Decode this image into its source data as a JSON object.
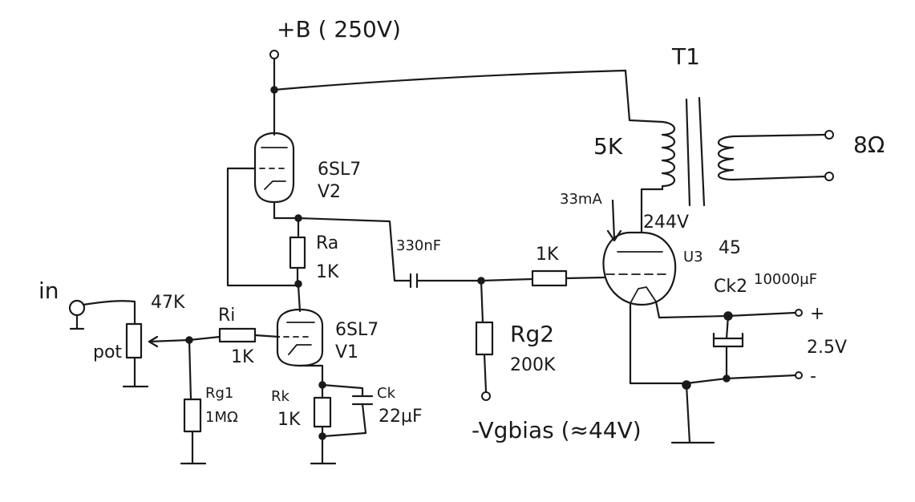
{
  "labels": {
    "supply": "+B ( 250V)",
    "transformer": "T1",
    "primary_impedance": "5K",
    "speaker": "8Ω",
    "v2_type": "6SL7",
    "v2_name": "V2",
    "v1_type": "6SL7",
    "v1_name": "V1",
    "ra_name": "Ra",
    "ra_value": "1K",
    "coupling_cap": "330nF",
    "rg2_res": "1K",
    "plate_current": "33mA",
    "plate_voltage": "244V",
    "v3_name": "U3",
    "v3_type": "45",
    "ck2_name": "Ck2",
    "ck2_value": "10000µF",
    "filament_plus": "+",
    "filament_voltage": "2.5V",
    "filament_minus": "-",
    "input": "in",
    "pot_value": "47K",
    "pot_name": "pot",
    "ri_name": "Ri",
    "ri_value": "1K",
    "rg1_name": "Rg1",
    "rg1_value": "1MΩ",
    "rk_name": "Rk",
    "rk_value": "1K",
    "ck_name": "Ck",
    "ck_value": "22µF",
    "rg2_name": "Rg2",
    "rg2_value": "200K",
    "bias": "-Vgbias (≈44V)"
  }
}
